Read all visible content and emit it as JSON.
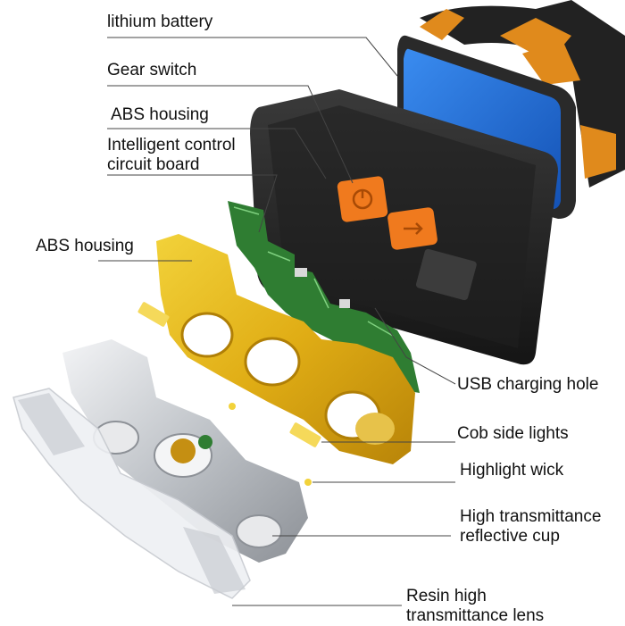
{
  "diagram": {
    "labels": {
      "lithium_battery": "lithium battery",
      "gear_switch": "Gear switch",
      "abs_housing_top": "ABS housing",
      "circuit_board_line1": "Intelligent control",
      "circuit_board_line2": "circuit board",
      "abs_housing_left": "ABS housing",
      "usb_charging_hole": "USB charging hole",
      "cob_side_lights": "Cob side lights",
      "highlight_wick": "Highlight wick",
      "reflective_cup_line1": "High transmittance",
      "reflective_cup_line2": "reflective cup",
      "lens_line1": "Resin high",
      "lens_line2": "transmittance lens"
    },
    "colors": {
      "battery_blue": "#1f6fd9",
      "housing_dark": "#2b2b2b",
      "button_orange": "#f07a1e",
      "pcb_green": "#2f7d32",
      "frame_gold": "#e3b21a",
      "strap_orange": "#e08a1c",
      "reflector_silver": "#c9ccd1",
      "leader_line": "#444444"
    }
  }
}
